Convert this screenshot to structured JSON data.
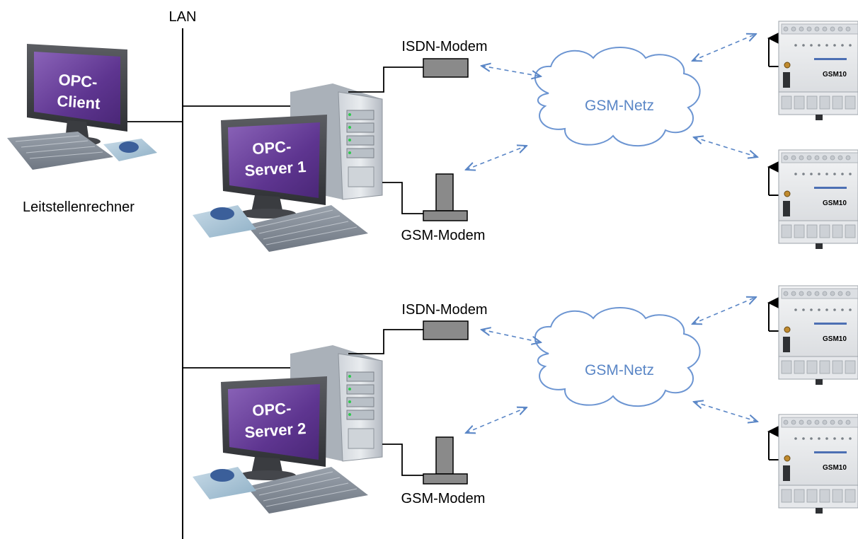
{
  "lan_label": "LAN",
  "client": {
    "screen_text": [
      "OPC-",
      "Client"
    ],
    "caption": "Leitstellenrechner"
  },
  "servers": [
    {
      "screen_text": [
        "OPC-",
        "Server 1"
      ],
      "isdn_label": "ISDN-Modem",
      "gsm_label": "GSM-Modem",
      "cloud_label": "GSM-Netz"
    },
    {
      "screen_text": [
        "OPC-",
        "Server 2"
      ],
      "isdn_label": "ISDN-Modem",
      "gsm_label": "GSM-Modem",
      "cloud_label": "GSM-Netz"
    }
  ],
  "devices": [
    {
      "label": "GSM10"
    },
    {
      "label": "GSM10"
    },
    {
      "label": "GSM10"
    },
    {
      "label": "GSM10"
    }
  ],
  "colors": {
    "screen": "#6a3f9a",
    "link_dashed": "#5a86c6",
    "cloud_stroke": "#6c95d2",
    "cloud_text": "#5a86c6",
    "modem_fill": "#8a8a8a"
  }
}
